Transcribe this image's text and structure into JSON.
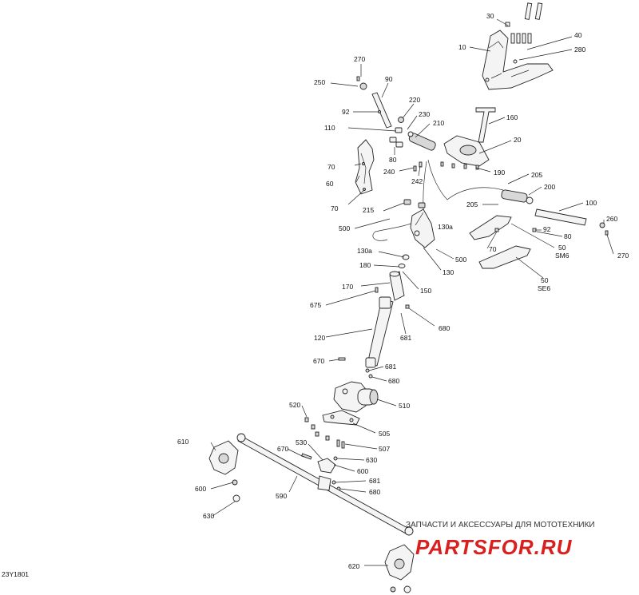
{
  "figure_id": "23Y1801",
  "watermark": {
    "tagline": "ЗАПЧАСТИ И АКСЕССУАРЫ ДЛЯ МОТОТЕХНИКИ",
    "logo": "PARTSFOR.RU"
  },
  "callouts": {
    "c10": "10",
    "c20": "20",
    "c30": "30",
    "c40": "40",
    "c50_sm6_num": "50",
    "c50_sm6_sub": "SM6",
    "c50_se6_num": "50",
    "c50_se6_sub": "SE6",
    "c60": "60",
    "c70_a": "70",
    "c70_b": "70",
    "c70_c": "70",
    "c80_a": "80",
    "c80_b": "80",
    "c90": "90",
    "c92_a": "92",
    "c92_b": "92",
    "c100": "100",
    "c110": "110",
    "c120": "120",
    "c130a_a": "130a",
    "c130a_b": "130a",
    "c130": "130",
    "c150": "150",
    "c160": "160",
    "c170": "170",
    "c180": "180",
    "c190": "190",
    "c200": "200",
    "c205_a": "205",
    "c205_b": "205",
    "c210": "210",
    "c215": "215",
    "c220": "220",
    "c230": "230",
    "c240": "240",
    "c242": "242",
    "c250": "250",
    "c260": "260",
    "c270_a": "270",
    "c270_b": "270",
    "c280": "280",
    "c500_a": "500",
    "c500_b": "500",
    "c505": "505",
    "c507": "507",
    "c510": "510",
    "c520": "520",
    "c530": "530",
    "c590": "590",
    "c600_a": "600",
    "c600_b": "600",
    "c610": "610",
    "c620": "620",
    "c630_a": "630",
    "c630_b": "630",
    "c670_a": "670",
    "c670_b": "670",
    "c675": "675",
    "c680_a": "680",
    "c680_b": "680",
    "c680_c": "680",
    "c681_a": "681",
    "c681_b": "681",
    "c681_c": "681"
  }
}
